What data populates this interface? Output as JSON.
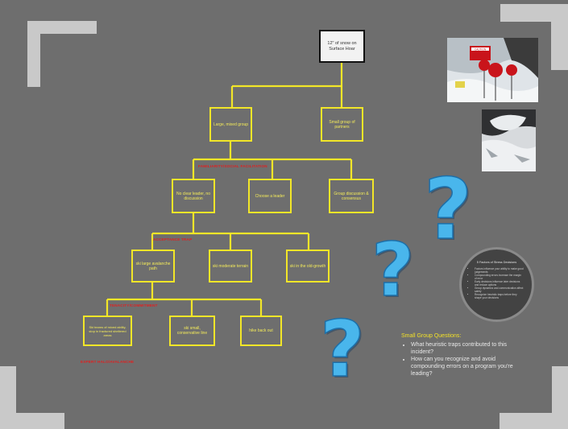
{
  "root": {
    "label": "12\" of snow on Surface Hoar"
  },
  "level1": [
    {
      "label": "Large, mixed group"
    },
    {
      "label": "Small group of partners"
    }
  ],
  "trap_labels": {
    "t1": "FAMILIARITY/SOCIAL FACILITATION",
    "t2": "ACCEPTANCE TRAP",
    "t3": "TENACITY/COMMITMENT",
    "t4": "EXPERT HALO/AVALANCHE"
  },
  "level2": [
    {
      "label": "No clear leader, no discussion"
    },
    {
      "label": "Choose a leader"
    },
    {
      "label": "Group discussion & consensus"
    }
  ],
  "level3": [
    {
      "label": "ski large avalanche path"
    },
    {
      "label": "ski moderate terrain"
    },
    {
      "label": "ski in the old-growth"
    }
  ],
  "level4": [
    {
      "label": "Ski teams of mixed ability, stop in fractured sheltered areas"
    },
    {
      "label": "ski small, conservative line"
    },
    {
      "label": "hike back out"
    }
  ],
  "circle": {
    "title": "5 Factors of Stress Decisions",
    "items": [
      "Factors influence your ability to make good judgements",
      "Compounding errors increase the margin of error",
      "Early decisions influence later decisions and reduce options",
      "Group dynamics and communication affect safety",
      "Recognize heuristic traps before they shape your decisions"
    ]
  },
  "discussion": {
    "heading": "Small Group Questions:",
    "items": [
      "What heuristic traps contributed to this incident?",
      "How can you recognize and avoid compounding errors on a program you're leading?"
    ]
  },
  "photo1": {
    "sign_text": "CAUTION"
  },
  "qmarks": [
    "?",
    "?",
    "?"
  ],
  "colors": {
    "background": "#6e6e6e",
    "box_border": "#f2e628",
    "connector": "#f2e628",
    "trap_text": "#e02020",
    "question_mark": "#49b6ec"
  }
}
